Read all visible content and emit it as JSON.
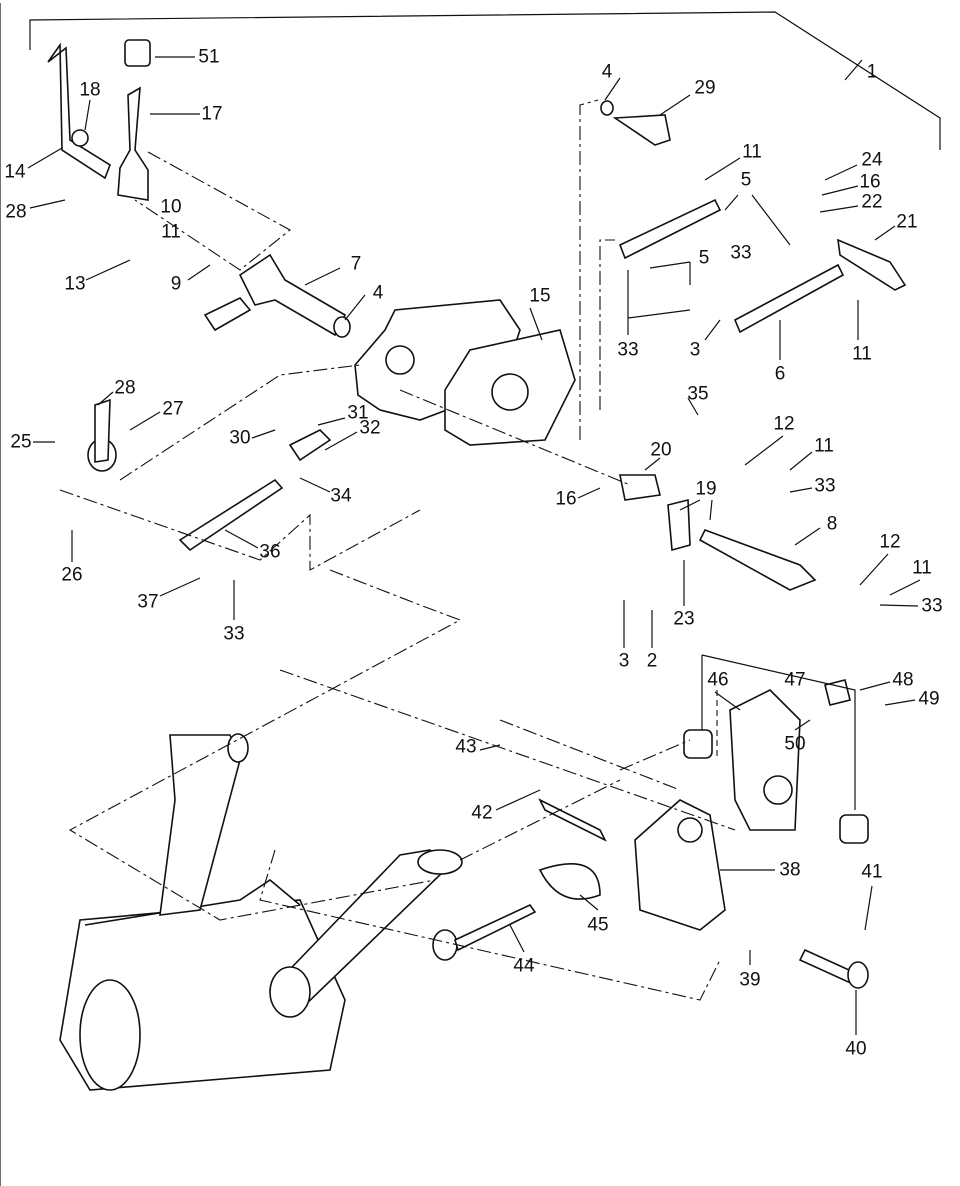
{
  "diagram": {
    "type": "exploded-parts-view",
    "callouts": [
      "1",
      "51",
      "18",
      "17",
      "14",
      "28",
      "10",
      "11",
      "13",
      "9",
      "7",
      "4",
      "29",
      "11",
      "24",
      "5",
      "16",
      "22",
      "21",
      "33",
      "5",
      "15",
      "4",
      "33",
      "3",
      "11",
      "6",
      "28",
      "27",
      "35",
      "31",
      "32",
      "12",
      "11",
      "30",
      "25",
      "20",
      "33",
      "16",
      "19",
      "34",
      "8",
      "36",
      "12",
      "26",
      "11",
      "37",
      "33",
      "23",
      "33",
      "3",
      "2",
      "48",
      "47",
      "46",
      "49",
      "43",
      "50",
      "42",
      "38",
      "41",
      "45",
      "44",
      "39",
      "40"
    ]
  }
}
